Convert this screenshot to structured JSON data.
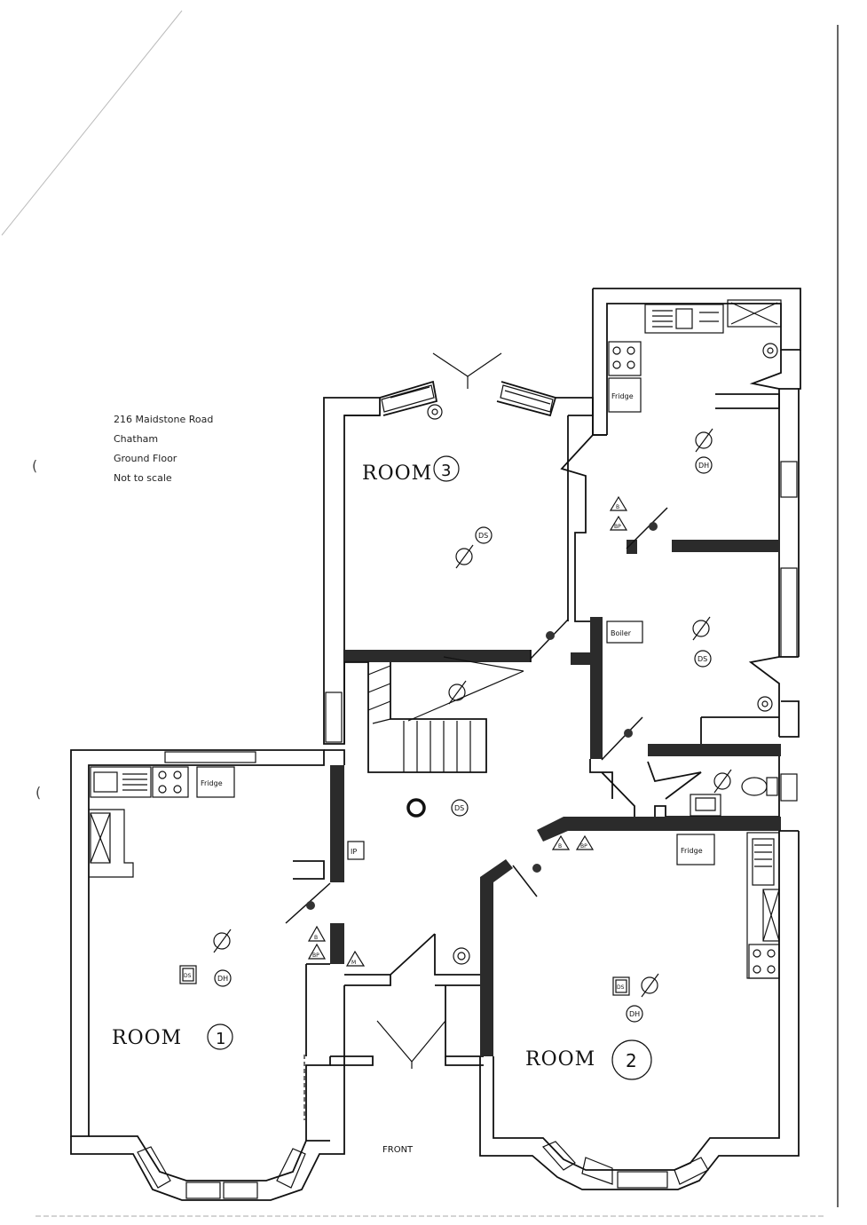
{
  "address_note": {
    "line1": "216 Maidstone Road",
    "line2": "Chatham",
    "line3": "Ground Floor",
    "line4": "Not to scale"
  },
  "rooms": {
    "room1": {
      "label": "ROOM",
      "number": "1"
    },
    "room2": {
      "label": "ROOM",
      "number": "2"
    },
    "room3": {
      "label": "ROOM",
      "number": "3"
    }
  },
  "appliances": {
    "fridge_room1": "Fridge",
    "fridge_kitchen": "Fridge",
    "fridge_room2": "Fridge",
    "boiler": "Boiler",
    "intake_panel": "IP"
  },
  "symbols": {
    "ds": "DS",
    "dh": "DH",
    "b": "B",
    "bp": "BP",
    "m": "M"
  },
  "orientation": {
    "front": "FRONT"
  }
}
